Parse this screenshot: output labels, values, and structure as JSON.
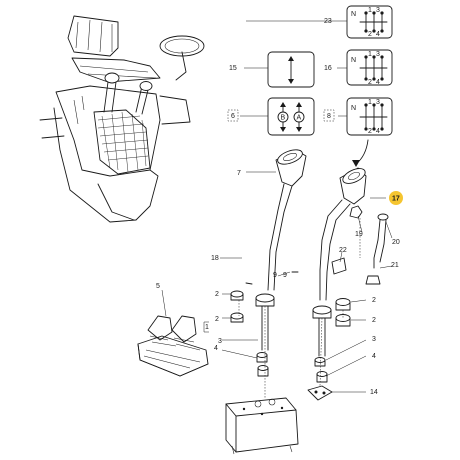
{
  "callouts": {
    "c1": "1",
    "c2a": "2",
    "c2b": "2",
    "c2c": "2",
    "c2d": "2",
    "c3a": "3",
    "c3b": "3",
    "c4a": "4",
    "c4b": "4",
    "c5": "5",
    "c6": "6",
    "c7": "7",
    "c8": "8",
    "c9a": "9",
    "c9b": "9",
    "c14": "14",
    "c15": "15",
    "c16": "16",
    "c17": "17",
    "c18": "18",
    "c19": "19",
    "c20": "20",
    "c21": "21",
    "c22": "22",
    "c23": "23"
  },
  "symbols": {
    "b": "B",
    "a": "A",
    "g1": "1",
    "g2": "2",
    "g3": "3",
    "g4": "4",
    "g5": "1",
    "g6": "2",
    "g7": "3",
    "g8": "4",
    "g9": "1",
    "g10": "2",
    "g11": "3",
    "g12": "4",
    "n1": "N",
    "n2": "N",
    "n3": "N"
  },
  "colors": {
    "line": "#1a1a1a",
    "highlight": "#f5c530"
  }
}
